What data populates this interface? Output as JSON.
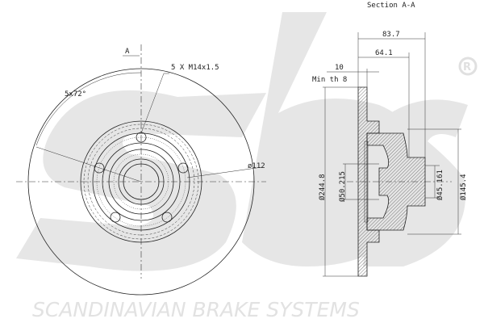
{
  "watermark": {
    "logo_text": "sbs",
    "registered_mark": "®",
    "brand_text": "SCANDINAVIAN BRAKE SYSTEMS",
    "color": "#e4e4e4"
  },
  "front_view": {
    "section_marker": "A",
    "bolt_label": "5 X M14x1.5",
    "angle_label": "5x72°",
    "pcd_label": "ø112"
  },
  "section_view": {
    "title": "Section A-A",
    "dims": {
      "overall_height": "83.7",
      "hub_height": "64.1",
      "thickness": "10",
      "min_thickness": "Min th 8",
      "outer_diameter": "Ø244.8",
      "center_bore": "Ø50.215",
      "inner_bore": "Ø45.161",
      "hub_diameter": "Ø145.4"
    }
  }
}
